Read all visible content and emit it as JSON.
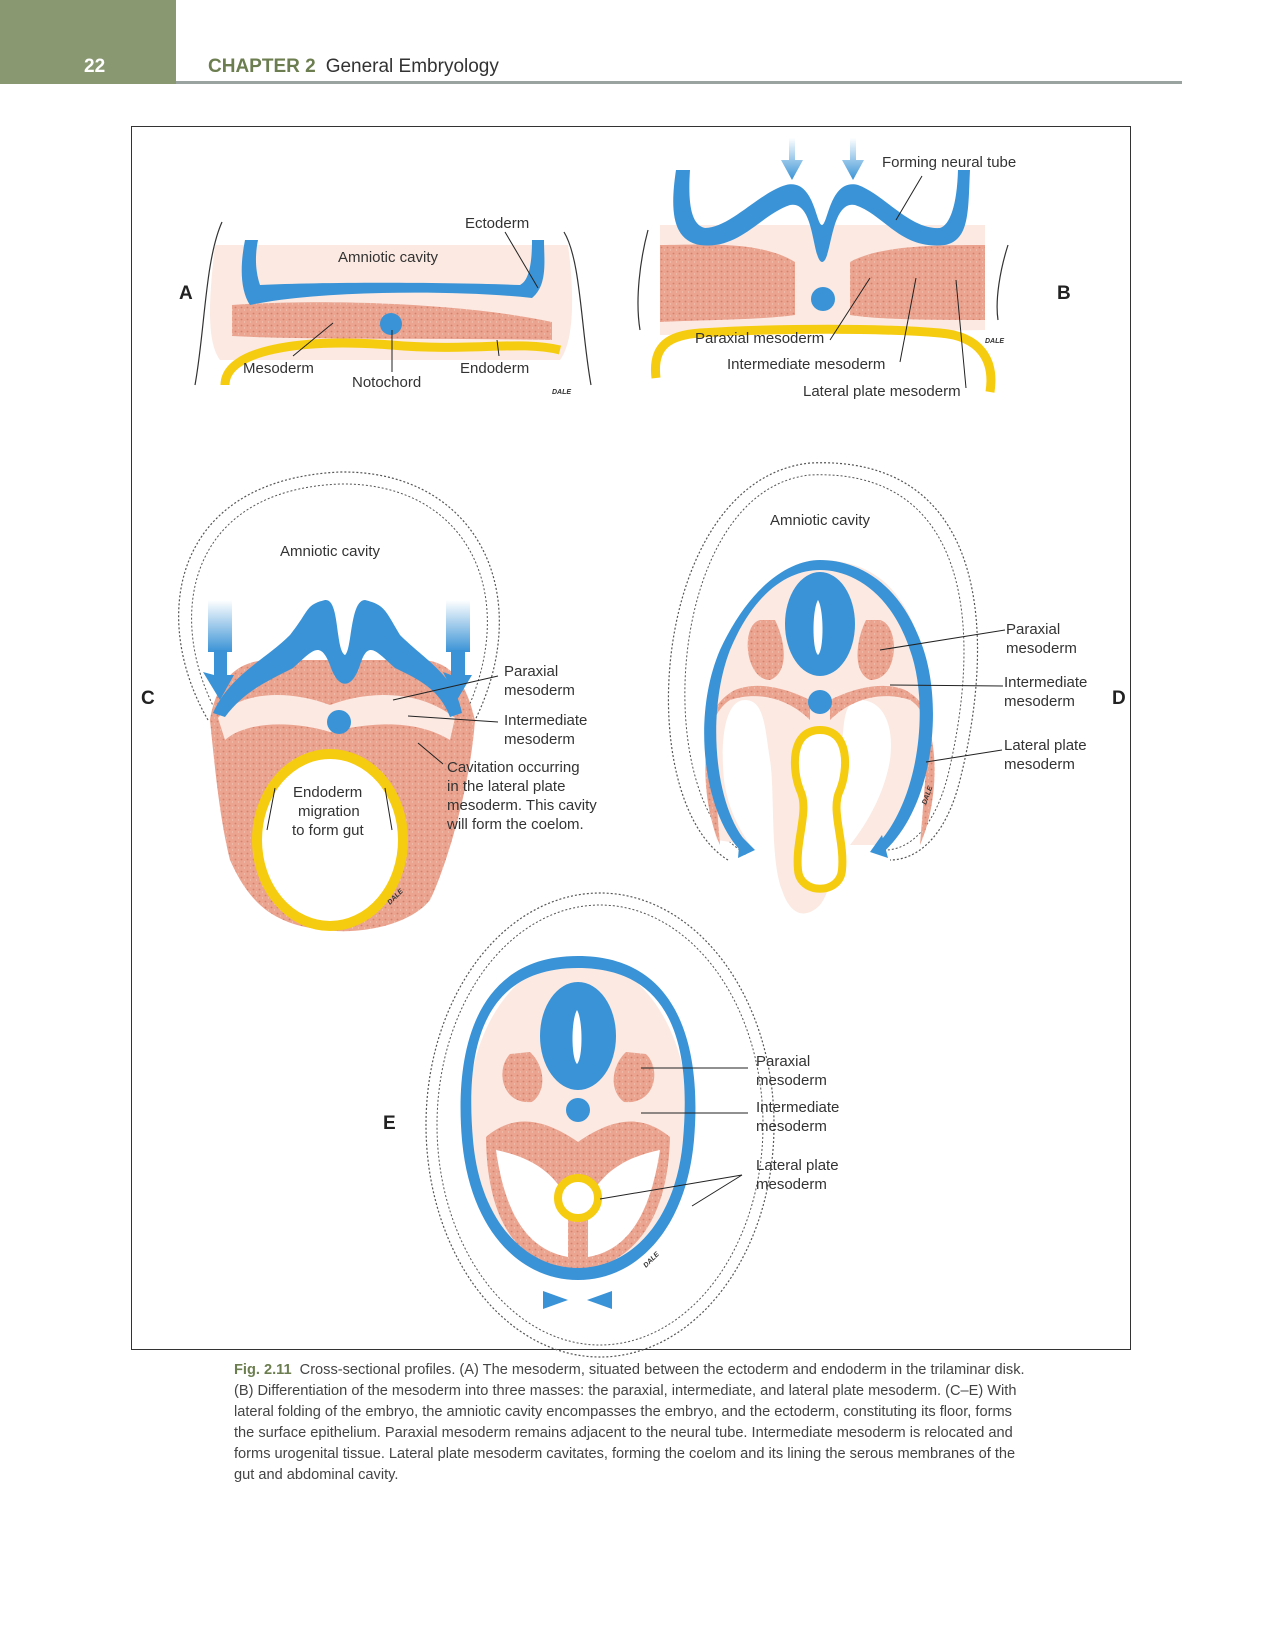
{
  "header": {
    "page_number": "22",
    "chapter": "CHAPTER 2",
    "title": "General Embryology"
  },
  "figure": {
    "panels": {
      "a": "A",
      "b": "B",
      "c": "C",
      "d": "D",
      "e": "E"
    },
    "artist_signature": "DALE",
    "labels": {
      "a_ectoderm": "Ectoderm",
      "a_amniotic": "Amniotic cavity",
      "a_mesoderm": "Mesoderm",
      "a_notochord": "Notochord",
      "a_endoderm": "Endoderm",
      "b_neural": "Forming neural tube",
      "b_paraxial": "Paraxial mesoderm",
      "b_intermediate": "Intermediate mesoderm",
      "b_lateral": "Lateral plate mesoderm",
      "c_amniotic": "Amniotic cavity",
      "c_paraxial_1": "Paraxial",
      "c_paraxial_2": "mesoderm",
      "c_intermediate_1": "Intermediate",
      "c_intermediate_2": "mesoderm",
      "c_cav_1": "Cavitation occurring",
      "c_cav_2": "in the lateral plate",
      "c_cav_3": "mesoderm. This cavity",
      "c_cav_4": "will form the coelom.",
      "c_endo_1": "Endoderm",
      "c_endo_2": "migration",
      "c_endo_3": "to form gut",
      "d_amniotic": "Amniotic cavity",
      "d_paraxial_1": "Paraxial",
      "d_paraxial_2": "mesoderm",
      "d_intermediate_1": "Intermediate",
      "d_intermediate_2": "mesoderm",
      "d_lateral_1": "Lateral plate",
      "d_lateral_2": "mesoderm",
      "e_paraxial_1": "Paraxial",
      "e_paraxial_2": "mesoderm",
      "e_intermediate_1": "Intermediate",
      "e_intermediate_2": "mesoderm",
      "e_lateral_1": "Lateral plate",
      "e_lateral_2": "mesoderm"
    },
    "colors": {
      "ectoderm": "#3a93d6",
      "mesoderm": "#eaa490",
      "endoderm": "#f6cc10",
      "background_tissue": "#fbe9e2"
    }
  },
  "caption": {
    "label": "Fig. 2.11",
    "text": "Cross-sectional profiles. (A) The mesoderm, situated between the ectoderm and endoderm in the trilaminar disk. (B) Differentiation of the mesoderm into three masses: the paraxial, intermediate, and lateral plate mesoderm. (C–E) With lateral folding of the embryo, the amniotic cavity encompasses the embryo, and the ectoderm, constituting its floor, forms the surface epithelium. Paraxial mesoderm remains adjacent to the neural tube. Intermediate mesoderm is relocated and forms urogenital tissue. Lateral plate mesoderm cavitates, forming the coelom and its lining the serous membranes of the gut and abdominal cavity."
  }
}
